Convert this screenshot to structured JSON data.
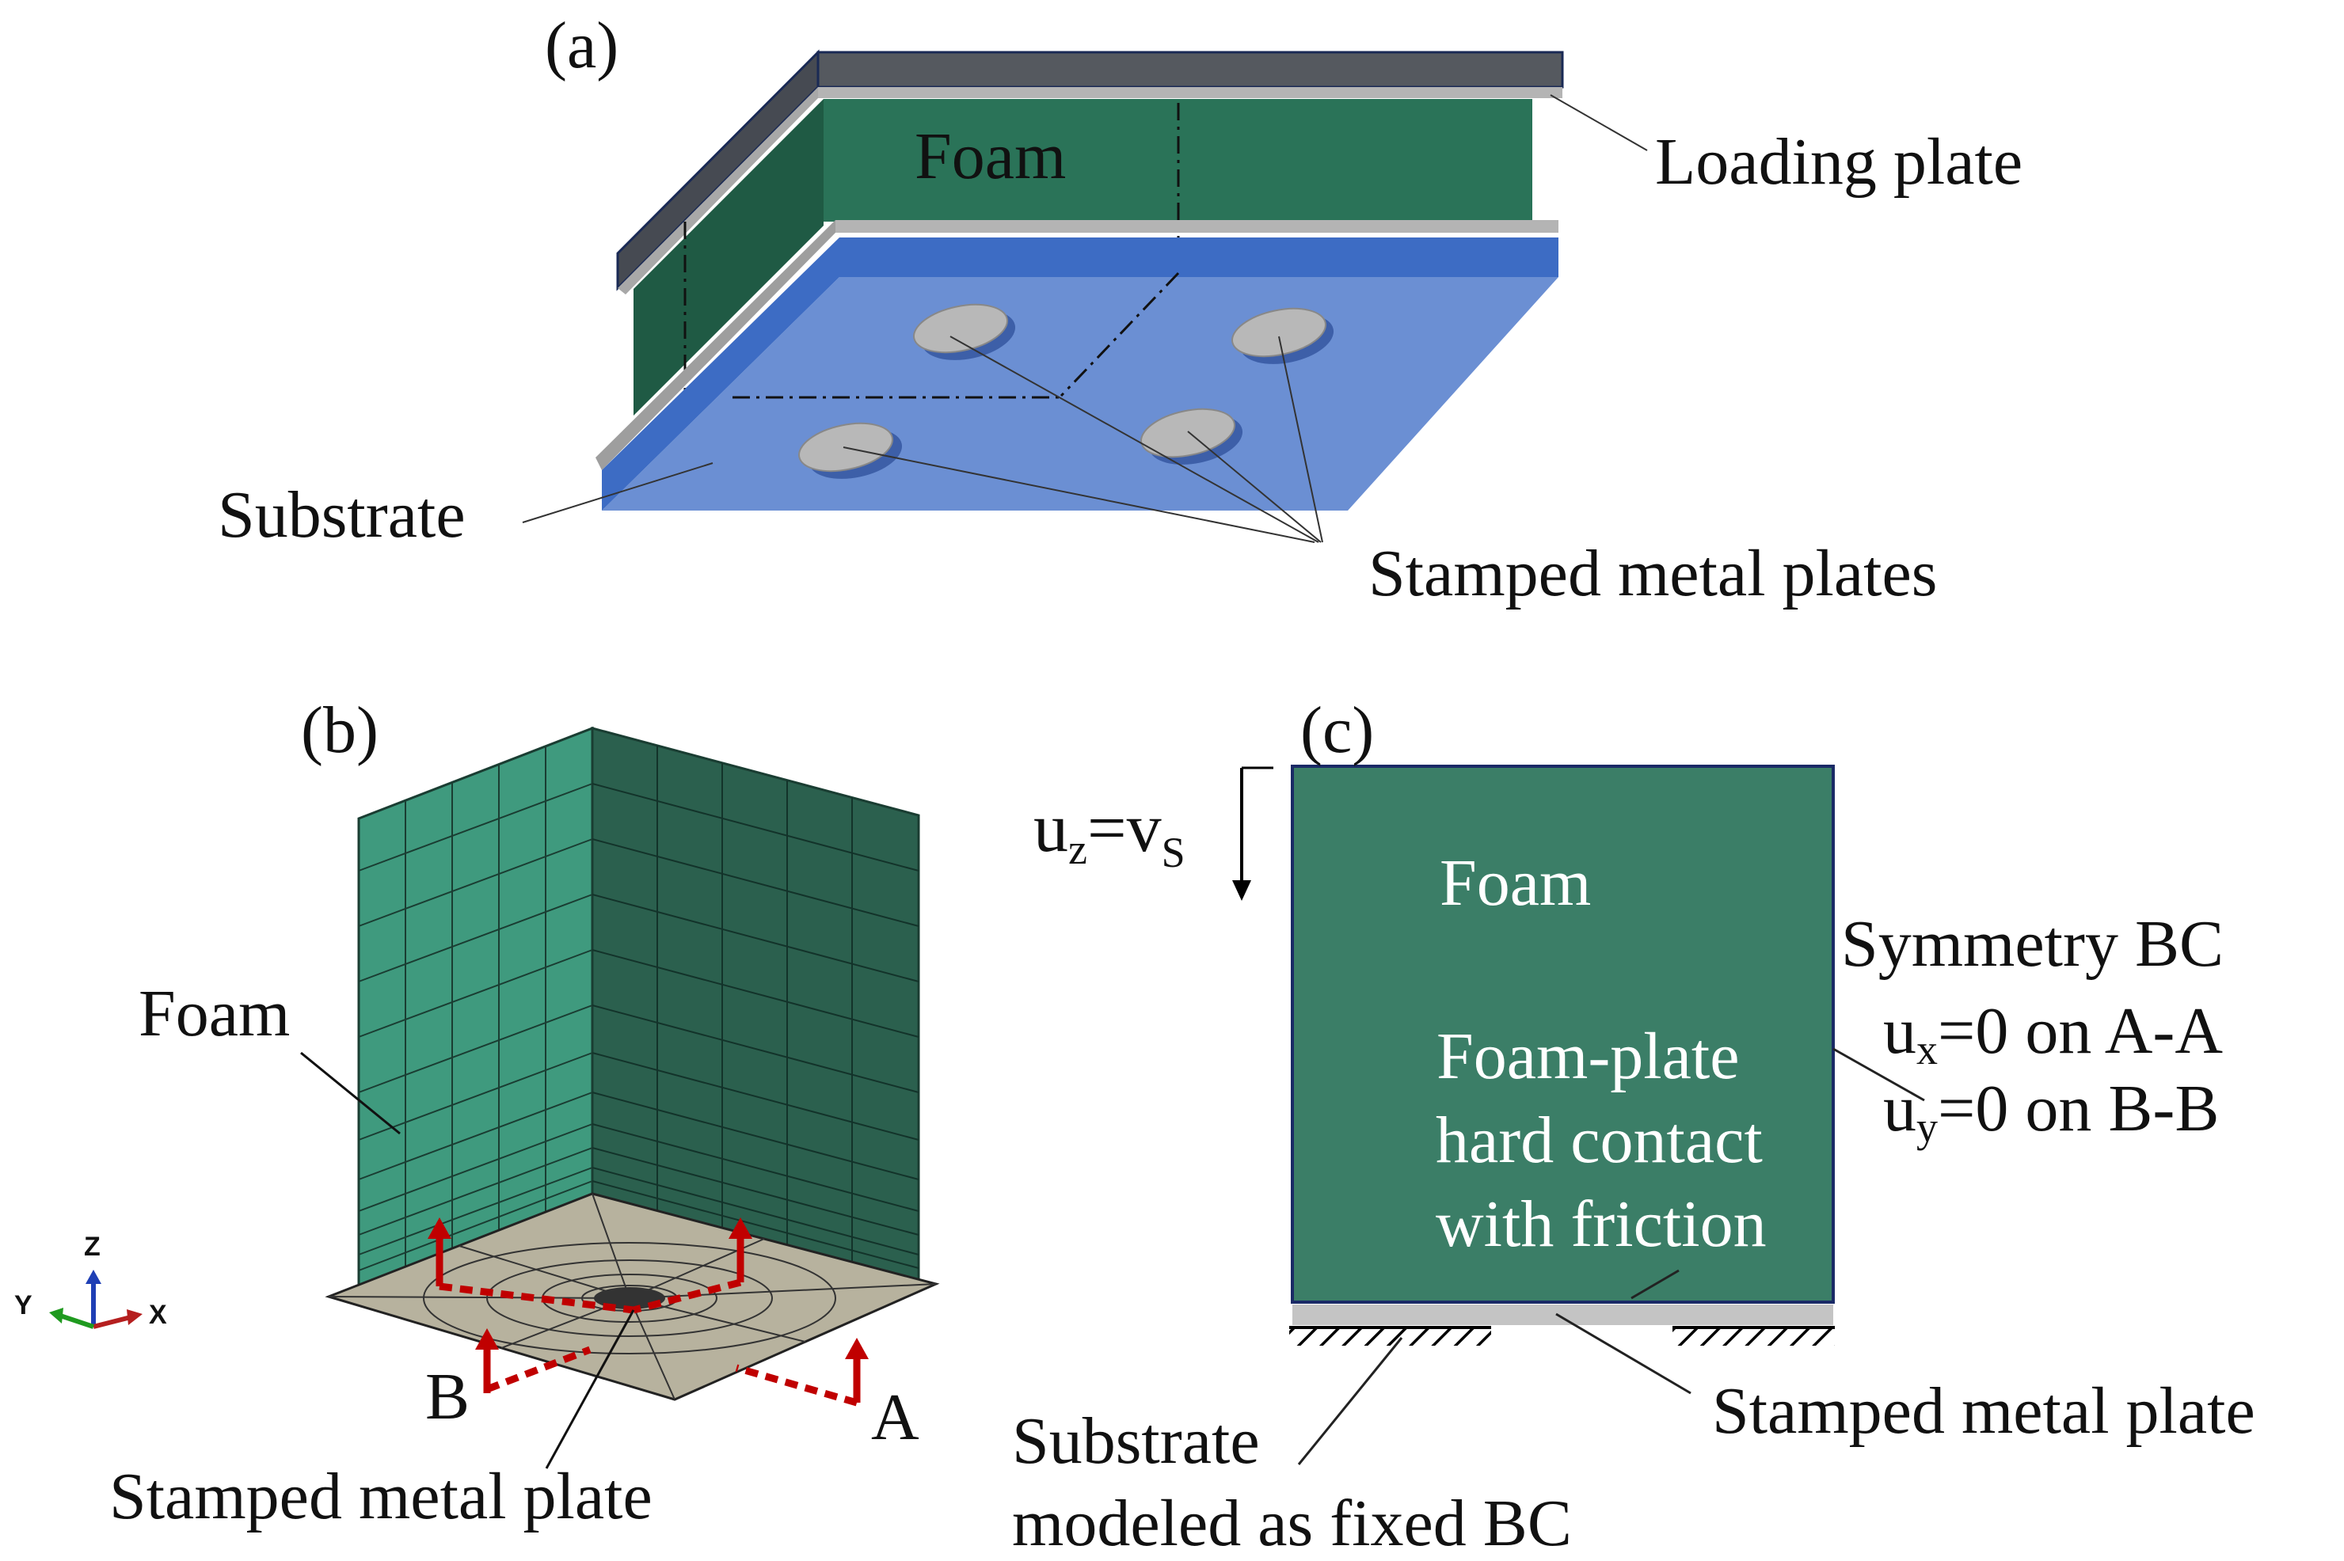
{
  "panel_a": {
    "label": "(a)",
    "foam": "Foam",
    "loading_plate": "Loading plate",
    "substrate": "Substrate",
    "stamped_metal_plates": "Stamped metal plates"
  },
  "panel_b": {
    "label": "(b)",
    "foam": "Foam",
    "section_b": "B",
    "section_a": "A",
    "stamped_metal_plate": "Stamped metal plate",
    "axes": {
      "z": "Z",
      "y": "Y",
      "x": "X"
    }
  },
  "panel_c": {
    "label": "(c)",
    "load_u": "u",
    "load_u_sub": "z",
    "load_eq": "=v",
    "load_v_sub": "S",
    "foam": "Foam",
    "symmetry_title": "Symmetry BC",
    "ux_u": "u",
    "ux_sub": "x",
    "ux_rest": "=0 on A-A",
    "uy_u": "u",
    "uy_sub": "y",
    "uy_rest": "=0 on B-B",
    "contact_line1": "Foam-plate",
    "contact_line2": "hard contact",
    "contact_line3": "with friction",
    "stamped_metal_plate": "Stamped metal plate",
    "substrate_line1": "Substrate",
    "substrate_line2": "modeled as fixed BC"
  },
  "colors": {
    "foam_front": "#2a7358",
    "foam_side": "#1f5a44",
    "foam_mesh_left": "#3f9a7e",
    "foam_mesh_right": "#2b604e",
    "foam_c": "#3b7e67",
    "loading_plate": "#5a5e66",
    "substrate_top": "#6b8fd3",
    "substrate_side": "#3d6cc4",
    "metal": "#b4b4b4",
    "plate_mesh": "#b7b29e",
    "section_arrow": "#c00000"
  }
}
